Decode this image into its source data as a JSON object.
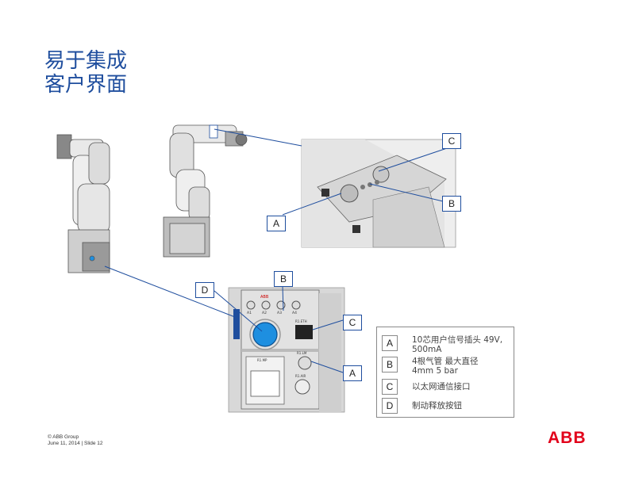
{
  "title": {
    "line1": "易于集成",
    "line2": "客户界面"
  },
  "callouts": {
    "a1": "A",
    "b1": "B",
    "c1": "C",
    "d": "D",
    "b2": "B",
    "c2": "C",
    "a2": "A"
  },
  "panel": {
    "abb": "ABB",
    "a1": "A1",
    "a2": "A2",
    "a3": "A3",
    "a4": "A4",
    "r1eth": "R1.ETH",
    "r1lm": "R1.LM",
    "r1mp": "R1.MP",
    "r1air": "R1.AIR"
  },
  "legend": [
    {
      "key": "A",
      "text": "10芯用户信号插头 49V,\n500mA"
    },
    {
      "key": "B",
      "text": "4根气管 最大直径\n4mm 5 bar"
    },
    {
      "key": "C",
      "text": "以太网通信接口"
    },
    {
      "key": "D",
      "text": "制动释放按钮"
    }
  ],
  "footer": {
    "line1": "© ABB Group",
    "line2": "June 11, 2014 | Slide 12"
  },
  "logo": "ABB",
  "colors": {
    "title": "#1f4e9e",
    "callout_border": "#1f4e9e",
    "logo": "#e2001a",
    "button": "#1e8fe0"
  }
}
